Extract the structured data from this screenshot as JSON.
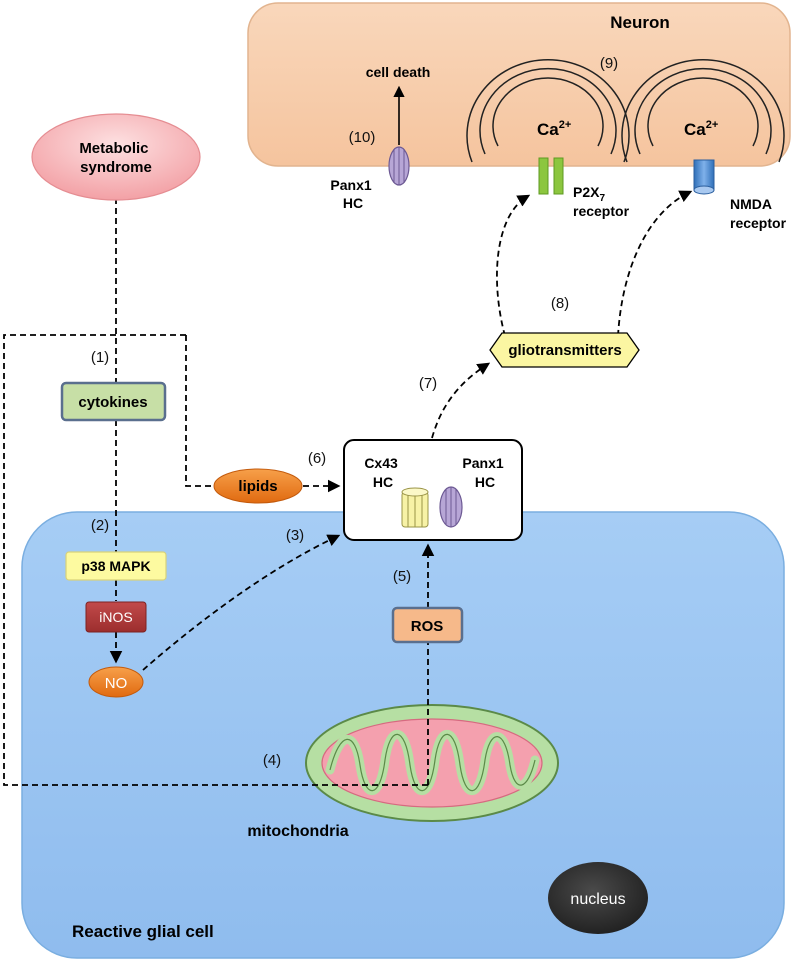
{
  "neuron": {
    "title": "Neuron",
    "ca_label_1": "Ca",
    "ca_label_2": "Ca",
    "ca_superscript": "2+",
    "cell_death": "cell death",
    "panx1_line1": "Panx1",
    "panx1_line2": "HC",
    "p2x7_line1": "P2X",
    "p2x7_subscript": "7",
    "p2x7_line2": "receptor",
    "nmda_line1": "NMDA",
    "nmda_line2": "receptor"
  },
  "steps": {
    "s1": "(1)",
    "s2": "(2)",
    "s3": "(3)",
    "s4": "(4)",
    "s5": "(5)",
    "s6": "(6)",
    "s7": "(7)",
    "s8": "(8)",
    "s9": "(9)",
    "s10": "(10)"
  },
  "left_chain": {
    "metabolic_line1": "Metabolic",
    "metabolic_line2": "syndrome",
    "cytokines": "cytokines",
    "p38": "p38 MAPK",
    "inos": "iNOS",
    "no": "NO",
    "lipids": "lipids"
  },
  "hemichannel_box": {
    "cx43_line1": "Cx43",
    "cx43_line2": "HC",
    "panx1_line1": "Panx1",
    "panx1_line2": "HC"
  },
  "gliotransmitters": "gliotransmitters",
  "glial": {
    "ros": "ROS",
    "mitochondria": "mitochondria",
    "nucleus": "nucleus",
    "title": "Reactive glial cell"
  },
  "colors": {
    "neuron_fill": "#f8cdaa",
    "glial_fill": "#9dc6f2",
    "metabolic_fill": "#f5a4a8",
    "cytokines_fill": "#c5dea2",
    "p38_fill": "#fdfaa0",
    "inos_fill": "#b33b3b",
    "orange_fill": "#ec7a1d",
    "ros_fill": "#f6b98a",
    "gliotransmitters_fill": "#fbf6a2",
    "mito_outer": "#b7dfa4",
    "mito_inner": "#f39aa9",
    "p2x7_fill": "#8cc63f",
    "nmda_fill": "#4e8fd6",
    "panx_fill": "#b2a0d2",
    "cx43_fill": "#f5f0a0",
    "nucleus_fill": "#2b2b2b"
  }
}
